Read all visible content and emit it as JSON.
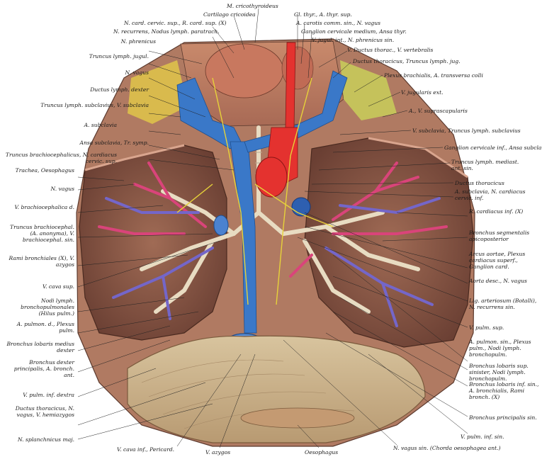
{
  "labels": {
    "top": [
      "M. cricothyroideus",
      "Cartilago cricoidea",
      "Gl. thyr., A. thyr. sup.",
      "N. card. cervic. sup., R. card. sup. (X)",
      "N. recurrens, Nodus lymph. paratrach.",
      "A. carotis comm. sin., N. vagus",
      "Ganglion cervicale medium, Ansa thyr.",
      "V. jugul. int., N. phrenicus sin."
    ],
    "left": [
      "N. phrenicus",
      "Truncus lymph. jugul.",
      "N. vagus",
      "Ductus lymph. dexter",
      "Truncus lymph. subclavius, V. subclavia",
      "A. subclavia",
      "Ansa subclavia, Tr. symp.",
      "Truncus brachiocephalicus, N. cardiacus cervic. sup.",
      "Trachea, Oesophagus",
      "N. vagus",
      "V. brachiocephalica d.",
      "Truncus brachiocephal. (A. anonyma), V. brachiocephal. sin.",
      "Rami bronchiales (X), V. azygos",
      "V. cava sup.",
      "Nodi lymph. bronchopulmonales (Hilus pulm.)",
      "A. pulmon. d., Plexus pulm.",
      "Bronchus lobaris medius dexter",
      "Bronchus dexter principalis, A. bronch. ant.",
      "V. pulm. inf. dextra",
      "Ductus thoracicus, N. vagus, V. hemiazygos",
      "N. splanchnicus maj."
    ],
    "right": [
      "V. Ductus thorac., V. vertebralis",
      "Ductus thoracicus, Truncus lymph. jug.",
      "Plexus brachialis, A. transversa colli",
      "V. jugularis ext.",
      "A., V. suprascapularis",
      "V. subclavia, Truncus lymph. subclavius",
      "Ganglion cervicale inf., Ansa subclavia",
      "Truncus lymph. mediast. ant. sin.",
      "Ductus thoracicus",
      "A. subclavia, N. cardiacus cervic. inf.",
      "R. cardiacus inf. (X)",
      "Bronchus segmentalis apicoposterior",
      "Arcus aortae, Plexus cardiacus superf., Ganglion card.",
      "Aorta desc., N. vagus",
      "Lig. arteriosum (Botalli), N. recurrens sin.",
      "V. pulm. sup.",
      "A. pulmon. sin., Plexus pulm., Nodi lymph. bronchopulm.",
      "Bronchus lobaris sup. sinister, Nodi lymph. bronchopulm.",
      "Bronchus lobaris inf. sin., A. bronchialis, Rami bronch. (X)",
      "Bronchus principalis sin.",
      "V. pulm. inf. sin."
    ],
    "bottom": [
      "V. cava inf., Pericard.",
      "V. azygos",
      "Oesophagus",
      "N. vagus sin. (Chorda oesophagea ant.)"
    ]
  },
  "palette": {
    "artery": "#e4322f",
    "pulmonary_artery": "#d9447a",
    "vein": "#3a78c8",
    "pulmonary_vein": "#7466c9",
    "lymph": "#2f7fe0",
    "nerve": "#e6d23a",
    "lung_tissue": "#8f5f4f",
    "bronchus": "#e8dcc2",
    "diaphragm": "#cfb58c"
  }
}
